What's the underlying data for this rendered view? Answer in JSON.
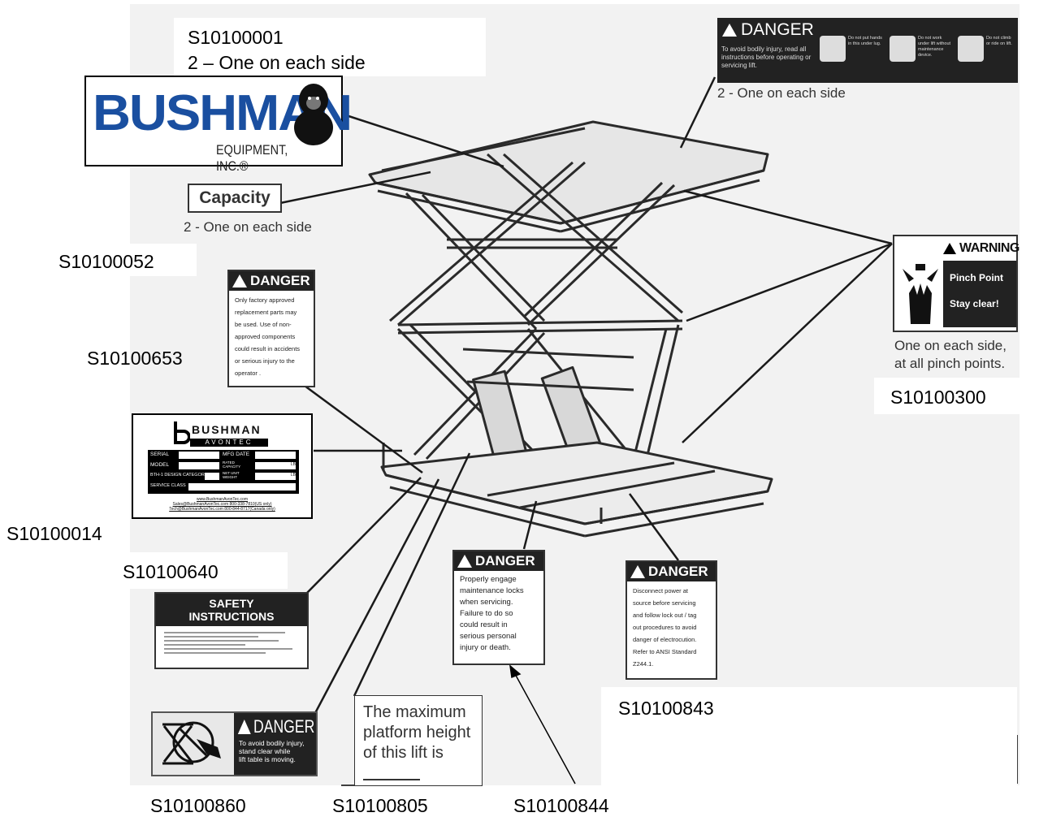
{
  "part_numbers": {
    "bushman_logo": "S10100001",
    "capacity": "S10100052",
    "danger_parts": "S10100653",
    "serial_plate": "S10100014",
    "safety_instructions": "S10100640",
    "warning_pinch": "S10100300",
    "danger_lockout": "S10100843",
    "danger_bodily": "S10100860",
    "max_height": "S10100805",
    "danger_maintenance": "S10100844"
  },
  "logo_note": "2 – One on each side",
  "logo": {
    "brand": "BUSHMAN",
    "sub": "EQUIPMENT, INC.®"
  },
  "top_danger": {
    "title": "DANGER",
    "text": "To avoid bodily injury, read all instructions before operating or servicing lift.",
    "icon1_text": "Do not put hands in this under lug.",
    "icon2_text": "Do not work under lift without maintenance device.",
    "icon3_text": "Do not climb or ride on lift.",
    "note": "2 - One on each side"
  },
  "capacity": {
    "label": "Capacity",
    "note": "2 - One on each side"
  },
  "warning": {
    "title": "WARNING",
    "line1": "Pinch Point",
    "line2": "Stay clear!",
    "note1": "One on each side,",
    "note2": "at all pinch points."
  },
  "danger_parts": {
    "title": "DANGER",
    "text": [
      "Only factory approved",
      "replacement parts may",
      "be used. Use of non-",
      "approved components",
      "could result in accidents",
      "or serious injury to the",
      "operator ."
    ]
  },
  "serial_plate": {
    "brand": "BUSHMAN",
    "sub": "AVONTEC",
    "rows": [
      [
        "SERIAL",
        "MFG DATE"
      ],
      [
        "MODEL",
        "RATED CAPACITY"
      ],
      [
        "BTH-1 DESIGN CATEGORY",
        "NET UNIT WEIGHT"
      ],
      [
        "SERVICE CLASS",
        ""
      ]
    ],
    "unit": "LB",
    "footer1": "www.BushmanAvonTec.com",
    "footer2": "Sales@BushmanAvonTec.com 800-338-7810(US only)",
    "footer3": "Tech@BushmanAvonTec.com 800-844-8717(Canada only)"
  },
  "safety": {
    "title1": "SAFETY",
    "title2": "INSTRUCTIONS"
  },
  "danger_maint": {
    "title": "DANGER",
    "text": [
      "Properly engage",
      "maintenance locks",
      "when servicing.",
      "Failure to do so",
      "could result in",
      "serious personal",
      "injury or death."
    ]
  },
  "danger_lockout": {
    "title": "DANGER",
    "text": [
      "Disconnect power at",
      "source before servicing",
      "and follow lock out / tag",
      "out procedures to avoid",
      "danger of electrocution.",
      "Refer to  ANSI Standard",
      "Z244.1."
    ]
  },
  "danger_bodily": {
    "title": "DANGER",
    "text": [
      "To avoid bodily injury,",
      "stand clear while",
      "lift table is moving."
    ]
  },
  "max_height": {
    "line1": "The maximum",
    "line2": "platform height",
    "line3": "of this lift is"
  }
}
